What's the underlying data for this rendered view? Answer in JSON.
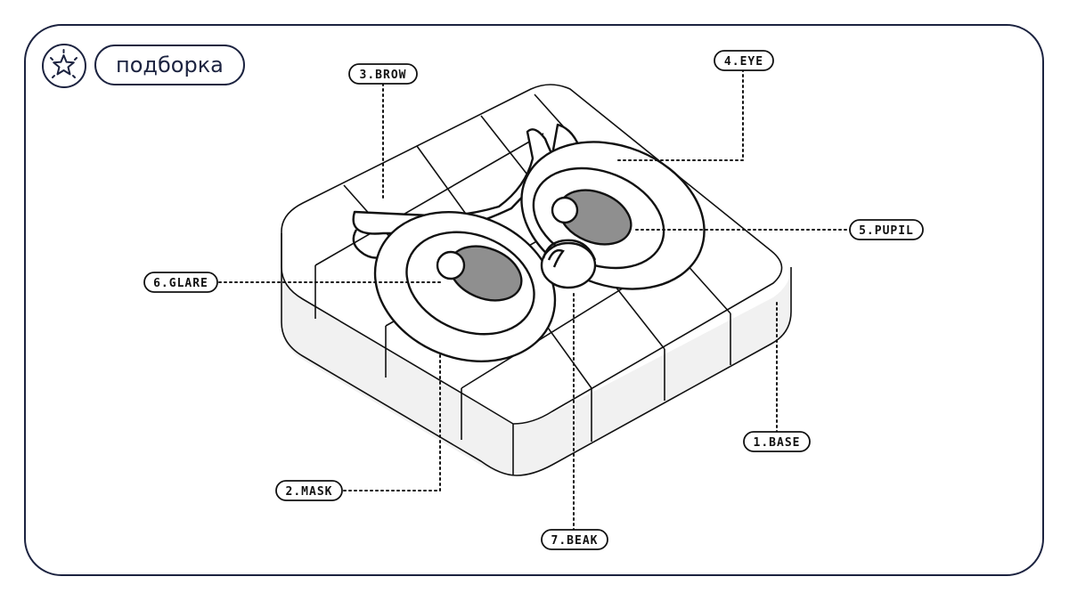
{
  "header": {
    "category_label": "подборка",
    "category_icon": "sparkle-star-icon"
  },
  "labels": {
    "base": "1.BASE",
    "mask": "2.MASK",
    "brow": "3.BROW",
    "eye": "4.EYE",
    "pupil": "5.PUPIL",
    "glare": "6.GLARE",
    "beak": "7.BEAK"
  },
  "colors": {
    "frame": "#1c2340",
    "line": "#111111",
    "pupil_fill": "#8f8f8f",
    "side_fill": "#f1f1f1"
  }
}
